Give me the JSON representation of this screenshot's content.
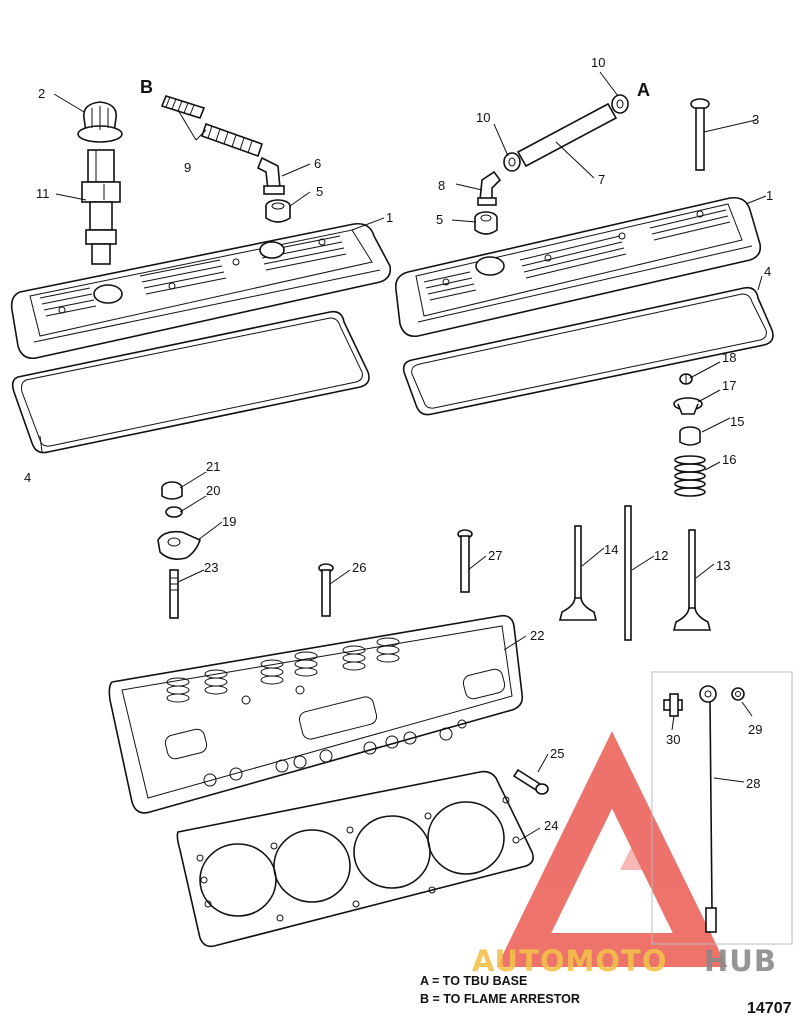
{
  "figure_number": "14707",
  "legend": {
    "a": "A = TO TBU BASE",
    "b": "B = TO FLAME ARRESTOR"
  },
  "watermark": {
    "brand_part1": "AUTOMOTO",
    "brand_part2": "HUB",
    "color_accent": "#e8443a",
    "color_yellow": "#f3c04a",
    "color_gray": "#8a8a8a"
  },
  "letters": {
    "a": "A",
    "b": "B"
  },
  "callouts": {
    "c1_left": "1",
    "c1_right": "1",
    "c2": "2",
    "c3": "3",
    "c4_left": "4",
    "c4_right": "4",
    "c5_left": "5",
    "c5_right": "5",
    "c6": "6",
    "c7": "7",
    "c8": "8",
    "c9": "9",
    "c10_top": "10",
    "c10_mid": "10",
    "c11": "11",
    "c12": "12",
    "c13": "13",
    "c14": "14",
    "c15": "15",
    "c16": "16",
    "c17": "17",
    "c18": "18",
    "c19": "19",
    "c20": "20",
    "c21": "21",
    "c22": "22",
    "c23": "23",
    "c24": "24",
    "c25": "25",
    "c26": "26",
    "c27": "27",
    "c28": "28",
    "c29": "29",
    "c30": "30"
  }
}
